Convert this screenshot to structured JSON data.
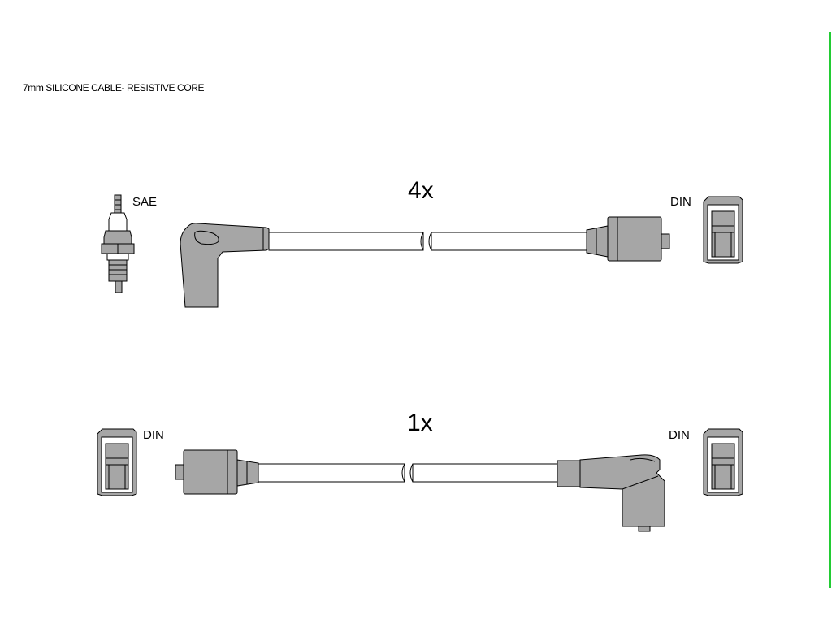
{
  "caption": "7mm SILICONE CABLE- RESISTIVE CORE",
  "sets": [
    {
      "quantity": "4x",
      "left_label": "SAE",
      "right_label": "DIN"
    },
    {
      "quantity": "1x",
      "left_label": "DIN",
      "right_label": "DIN"
    }
  ],
  "colors": {
    "part_fill": "#a6a6a6",
    "cable_fill": "#ffffff",
    "outline": "#000000",
    "edge_line": "#22cc33"
  }
}
